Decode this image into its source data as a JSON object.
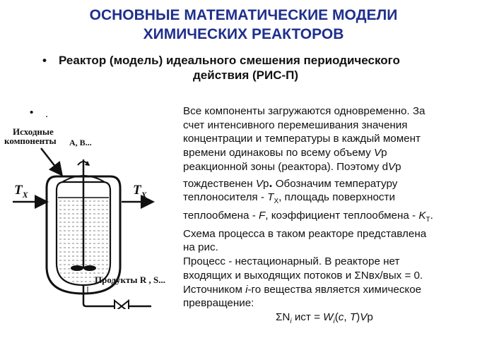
{
  "title": {
    "line1": "ОСНОВНЫЕ МАТЕМАТИЧЕСКИЕ МОДЕЛИ",
    "line2": "ХИМИЧЕСКИХ РЕАКТОРОВ"
  },
  "main_bullet": {
    "marker": "•",
    "line1": "Реактор (модель) идеального смешения периодического",
    "line2": "действия (РИС-П)"
  },
  "small_bullet": {
    "marker": "•",
    "text": "."
  },
  "diagram": {
    "label_feed_1": "Исходные",
    "label_feed_2": "компоненты",
    "label_feed_substances": "A, B...",
    "label_tx_left": "T",
    "label_tx_left_sub": "X",
    "label_tx_right": "T",
    "label_tx_right_sub": "X",
    "label_products": "Продукты R , S..."
  },
  "body": {
    "l1": "Все компоненты загружаются одновременно. За",
    "l2": "счет интенсивного перемешивания значения",
    "l3": "концентрации и температуры в каждый момент",
    "l4_a": "времени одинаковы по всему объему ",
    "l4_v": "V",
    "l4_b": "р",
    "l5_a": "реакционной зоны (реактора). Поэтому d",
    "l5_v": "V",
    "l5_b": "р",
    "l6_a": "тождественен ",
    "l6_v": "V",
    "l6_b": "р",
    "l6_dot": ".",
    "l6_c": " Обозначим температуру",
    "l7_a": "теплоносителя - ",
    "l7_t": "T",
    "l7_sub": "X",
    "l7_b": ", площадь поверхности",
    "l8_a": "теплообмена - ",
    "l8_f": "F",
    "l8_b": ", коэффициент теплообмена - ",
    "l8_k": "K",
    "l8_ksub": "Т",
    "l8_c": ".",
    "l9": "Схема процесса в таком реакторе представлена",
    "l10": "на рис.",
    "l11": "Процесс - нестационарный. В реакторе нет",
    "l12": "входящих и выходящих потоков и ΣNвх/вых = 0.",
    "l13_a": "Источником ",
    "l13_i": "i",
    "l13_b": "-го вещества является химическое",
    "l14": "превращение:",
    "f_a": "ΣN",
    "f_i1": "i",
    "f_b": " ист = ",
    "f_w": "W",
    "f_i2": "i",
    "f_c": "(",
    "f_cv": "c",
    "f_d": ", ",
    "f_t": "T",
    "f_e": ")",
    "f_v": "V",
    "f_f": "р"
  }
}
